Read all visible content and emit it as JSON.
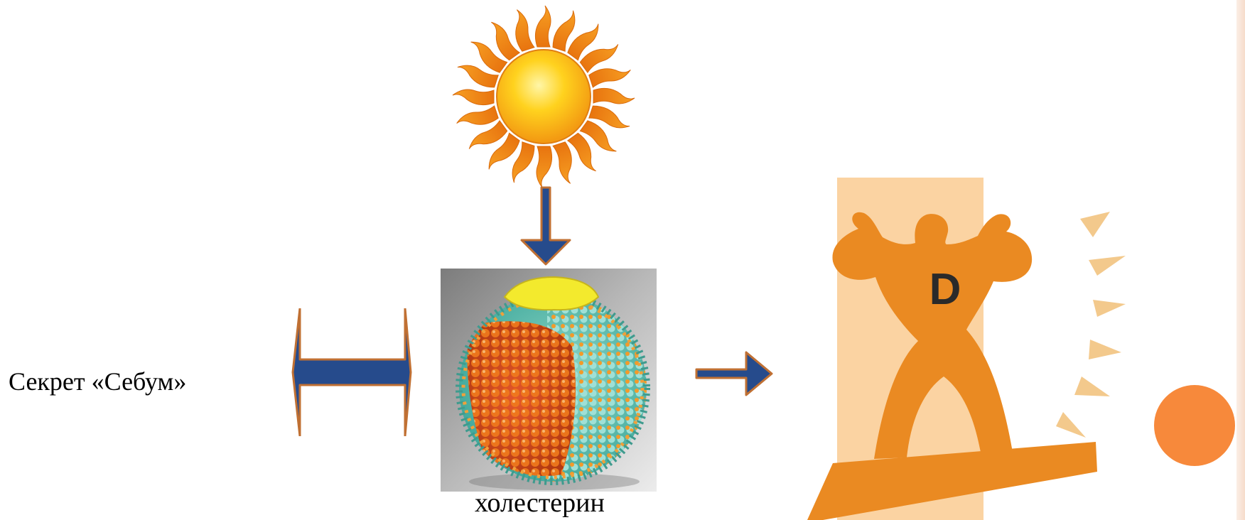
{
  "labels": {
    "secret": "Секрет «Себум»",
    "cholesterol": "холестерин"
  },
  "hero": {
    "letter": "D"
  },
  "icons": {
    "sun": "sun-icon",
    "lipoprotein": "lipoprotein-molecule-image",
    "vitamin_d": "vitamin-d-strongman-image"
  },
  "colors": {
    "arrow_fill": "#264b8c",
    "arrow_stroke": "#c07033",
    "sun_ray": "#f28a15",
    "strongman": "#ea8a22",
    "strongman_bg_band": "#fbd3a2",
    "accent_dot": "#f7893b"
  }
}
